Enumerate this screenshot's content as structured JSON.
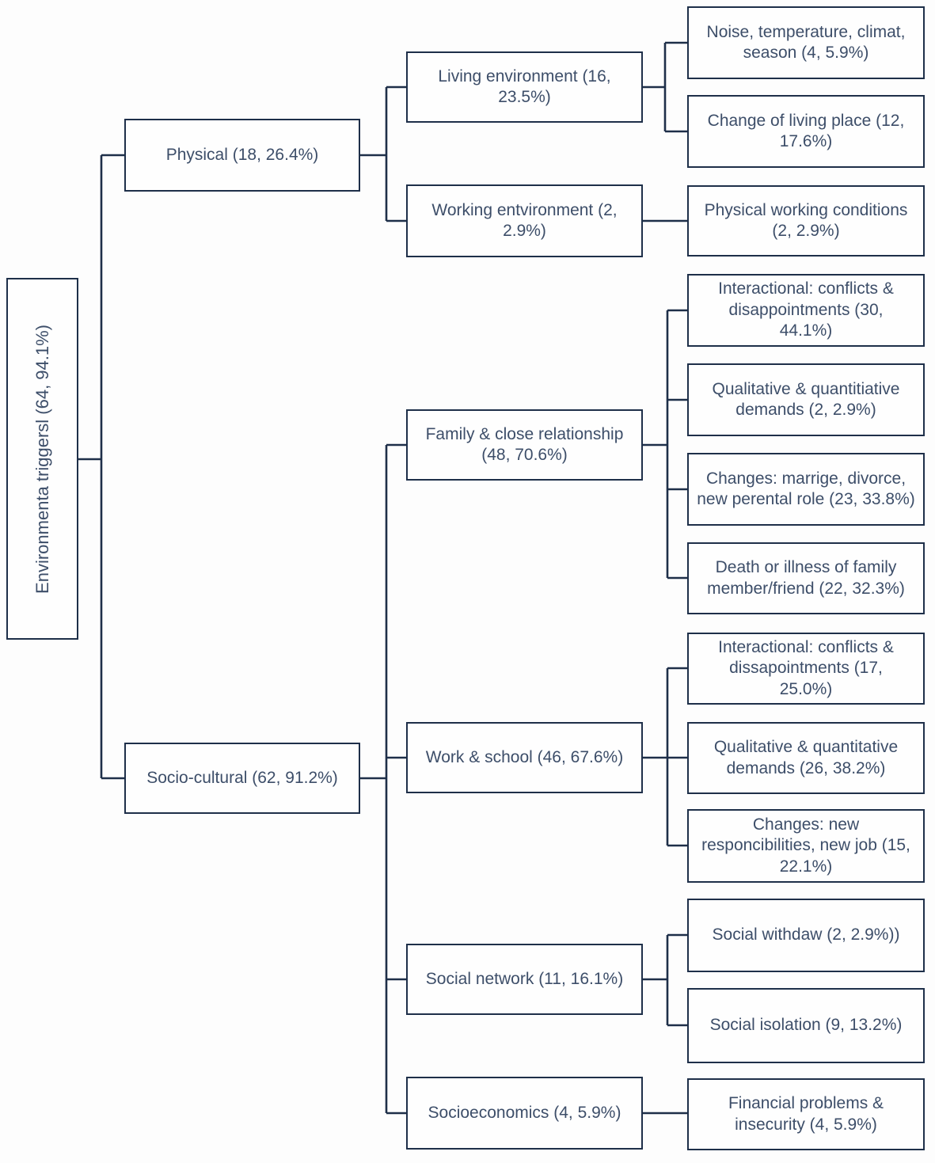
{
  "colors": {
    "line": "#1e2f49",
    "text": "#3d4e69",
    "box_background": "#fefefe",
    "page_background": "#fdfdfd"
  },
  "tree": {
    "root": {
      "label": "Environmenta triggersl (64, 94.1%)"
    },
    "children": [
      {
        "label": "Physical (18, 26.4%)",
        "children": [
          {
            "label": "Living environment (16, 23.5%)",
            "children": [
              {
                "label": "Noise, temperature, climat, season (4, 5.9%)"
              },
              {
                "label": "Change of living place (12, 17.6%)"
              }
            ]
          },
          {
            "label": "Working entvironment (2, 2.9%)",
            "children": [
              {
                "label": "Physical working conditions (2, 2.9%)"
              }
            ]
          }
        ]
      },
      {
        "label": "Socio-cultural (62, 91.2%)",
        "children": [
          {
            "label": "Family & close relationship (48, 70.6%)",
            "children": [
              {
                "label": "Interactional: conflicts & disappointments (30, 44.1%)"
              },
              {
                "label": "Qualitative & quantitiative demands (2, 2.9%)"
              },
              {
                "label": "Changes: marrige, divorce, new perental role  (23, 33.8%)"
              },
              {
                "label": "Death or illness of family member/friend (22, 32.3%)"
              }
            ]
          },
          {
            "label": "Work & school (46, 67.6%)",
            "children": [
              {
                "label": "Interactional: conflicts & dissapointments (17, 25.0%)"
              },
              {
                "label": "Qualitative & quantitative demands (26, 38.2%)"
              },
              {
                "label": "Changes: new responcibilities, new job (15, 22.1%)"
              }
            ]
          },
          {
            "label": "Social network (11, 16.1%)",
            "children": [
              {
                "label": "Social withdaw (2, 2.9%))"
              },
              {
                "label": "Social isolation (9, 13.2%)"
              }
            ]
          },
          {
            "label": "Socioeconomics (4, 5.9%)",
            "children": [
              {
                "label": "Financial problems & insecurity (4, 5.9%)"
              }
            ]
          }
        ]
      }
    ]
  }
}
